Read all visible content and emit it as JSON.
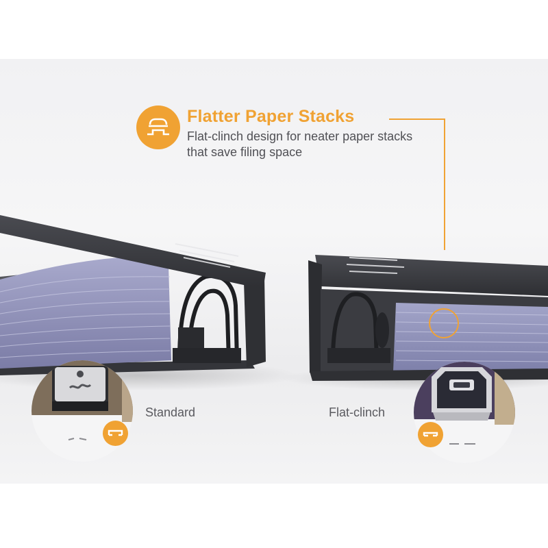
{
  "callout": {
    "title": "Flatter Paper Stacks",
    "description": "Flat-clinch design for neater paper stacks that save filing space",
    "icon": "flat-clinch-staple-icon"
  },
  "comparison": {
    "left_label": "Standard",
    "right_label": "Flat-clinch",
    "left_icon": "staple-icon",
    "right_icon": "flat-staple-icon"
  },
  "colors": {
    "accent": "#f0a233",
    "binder": "#3c3d42",
    "paper": "#8f90b8",
    "text": "#505055",
    "background": "#f2f2f4"
  }
}
